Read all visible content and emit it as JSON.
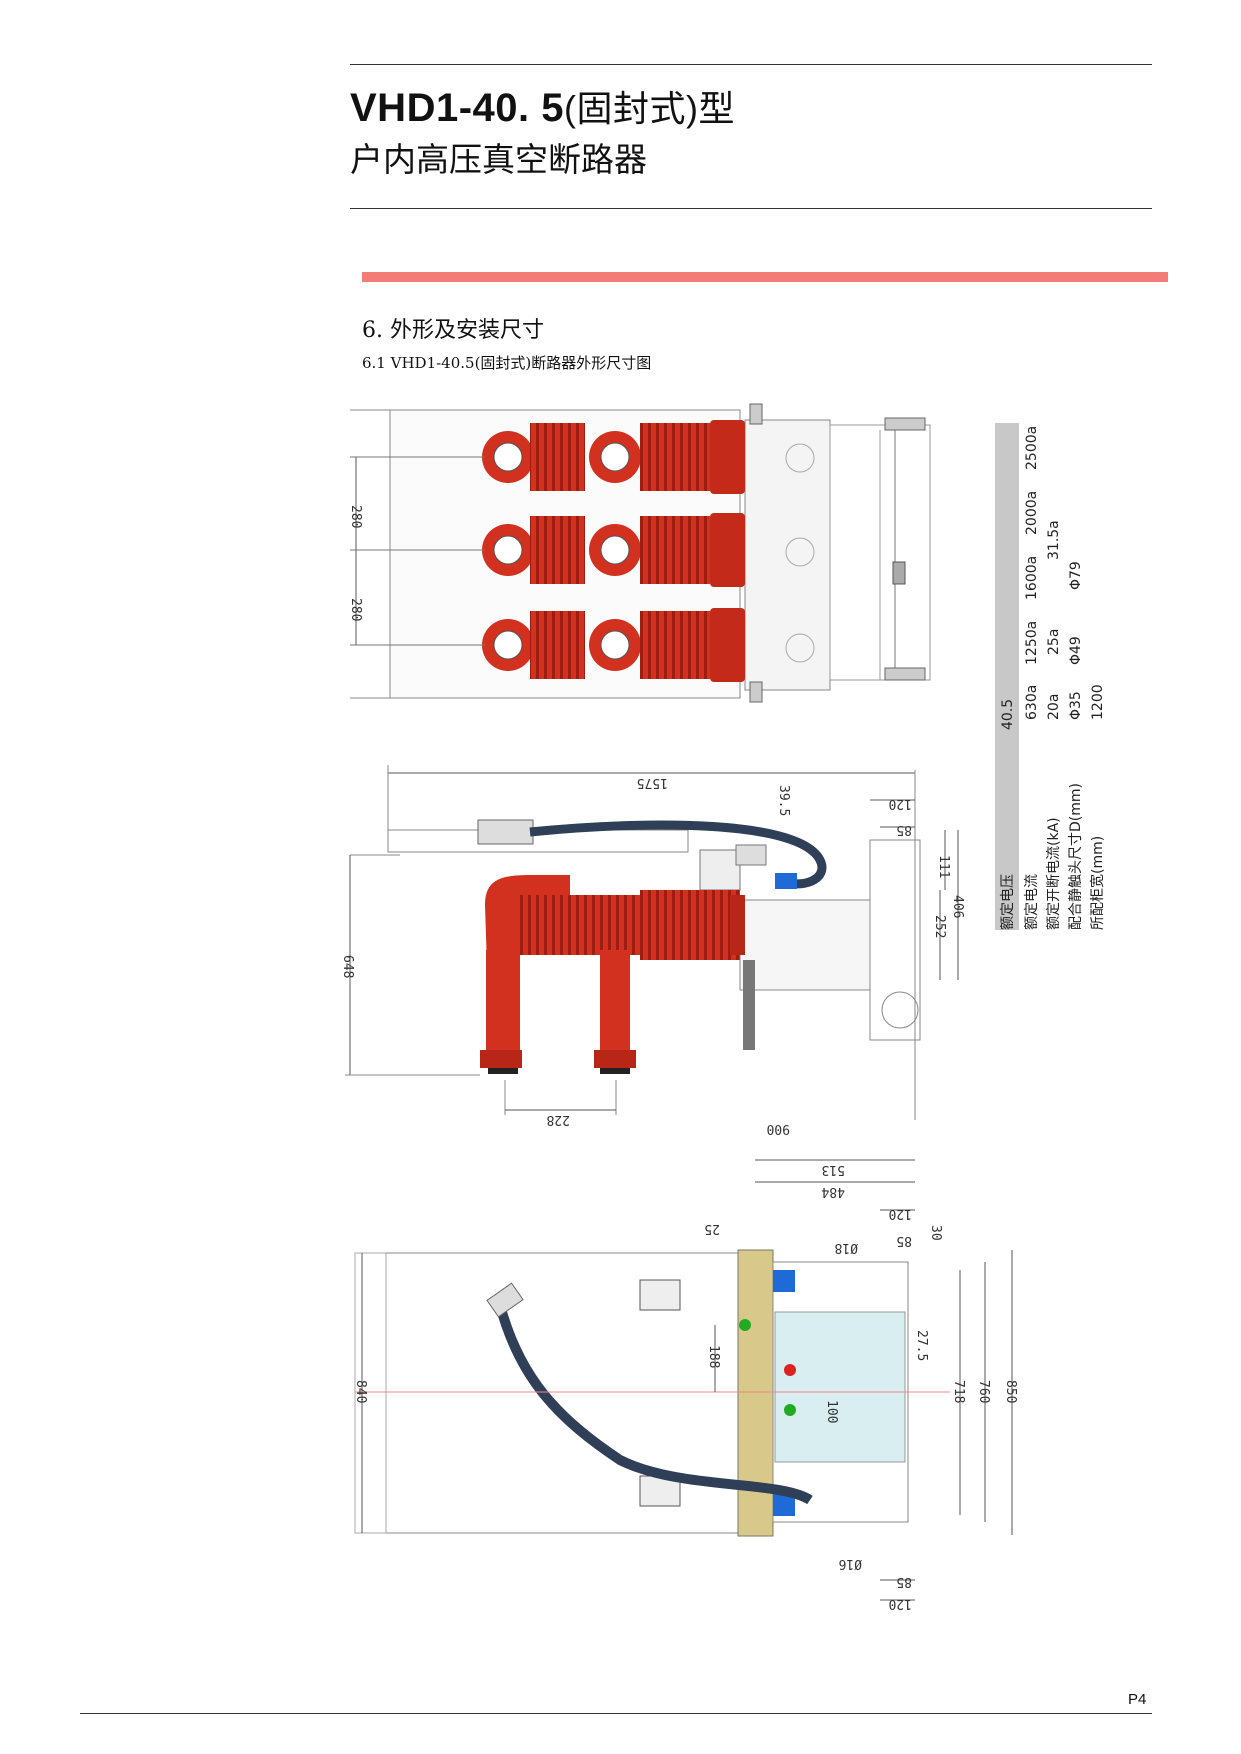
{
  "header": {
    "title_model": "VHD1-40. 5",
    "title_suffix": "(固封式)型",
    "subtitle": "户内高压真空断路器"
  },
  "section": {
    "title": "6. 外形及安装尺寸",
    "subtitle": "6.1 VHD1-40.5(固封式)断路器外形尺寸图"
  },
  "spec_table": {
    "rows": [
      {
        "label": "额定电压",
        "values": [
          "40.5"
        ]
      },
      {
        "label": "额定电流",
        "values": [
          "630a",
          "1250a",
          "1600a",
          "2000a",
          "2500a"
        ]
      },
      {
        "label": "额定开断电流(kA)",
        "values": [
          "20a",
          "25a",
          "31.5a"
        ]
      },
      {
        "label": "配合静触头尺寸D(mm)",
        "values": [
          "Φ35",
          "Φ49",
          "Φ79"
        ]
      },
      {
        "label": "所配柜宽(mm)",
        "values": [
          "1200"
        ]
      }
    ]
  },
  "dimensions": {
    "top_view": {
      "pole_spacing_1": "280",
      "pole_spacing_2": "280"
    },
    "side_view": {
      "overall_length": "1575",
      "d_39_5": "39.5",
      "d_120": "120",
      "d_85": "85",
      "d_111": "111",
      "d_252": "252",
      "d_406": "406",
      "height": "648",
      "arm_spacing": "228",
      "d_900": "900"
    },
    "front_view": {
      "d_513": "513",
      "d_484": "484",
      "d_120": "120",
      "d_85": "85",
      "d_30": "30",
      "d_25": "25",
      "phi18": "Ø18",
      "width": "840",
      "d_188": "188",
      "d_27_5": "27.5",
      "d_100": "100",
      "d_718": "718",
      "d_760": "760",
      "d_850": "850",
      "phi16": "Ø16",
      "d_85_b": "85",
      "d_120_b": "120"
    }
  },
  "page_number": "P4"
}
